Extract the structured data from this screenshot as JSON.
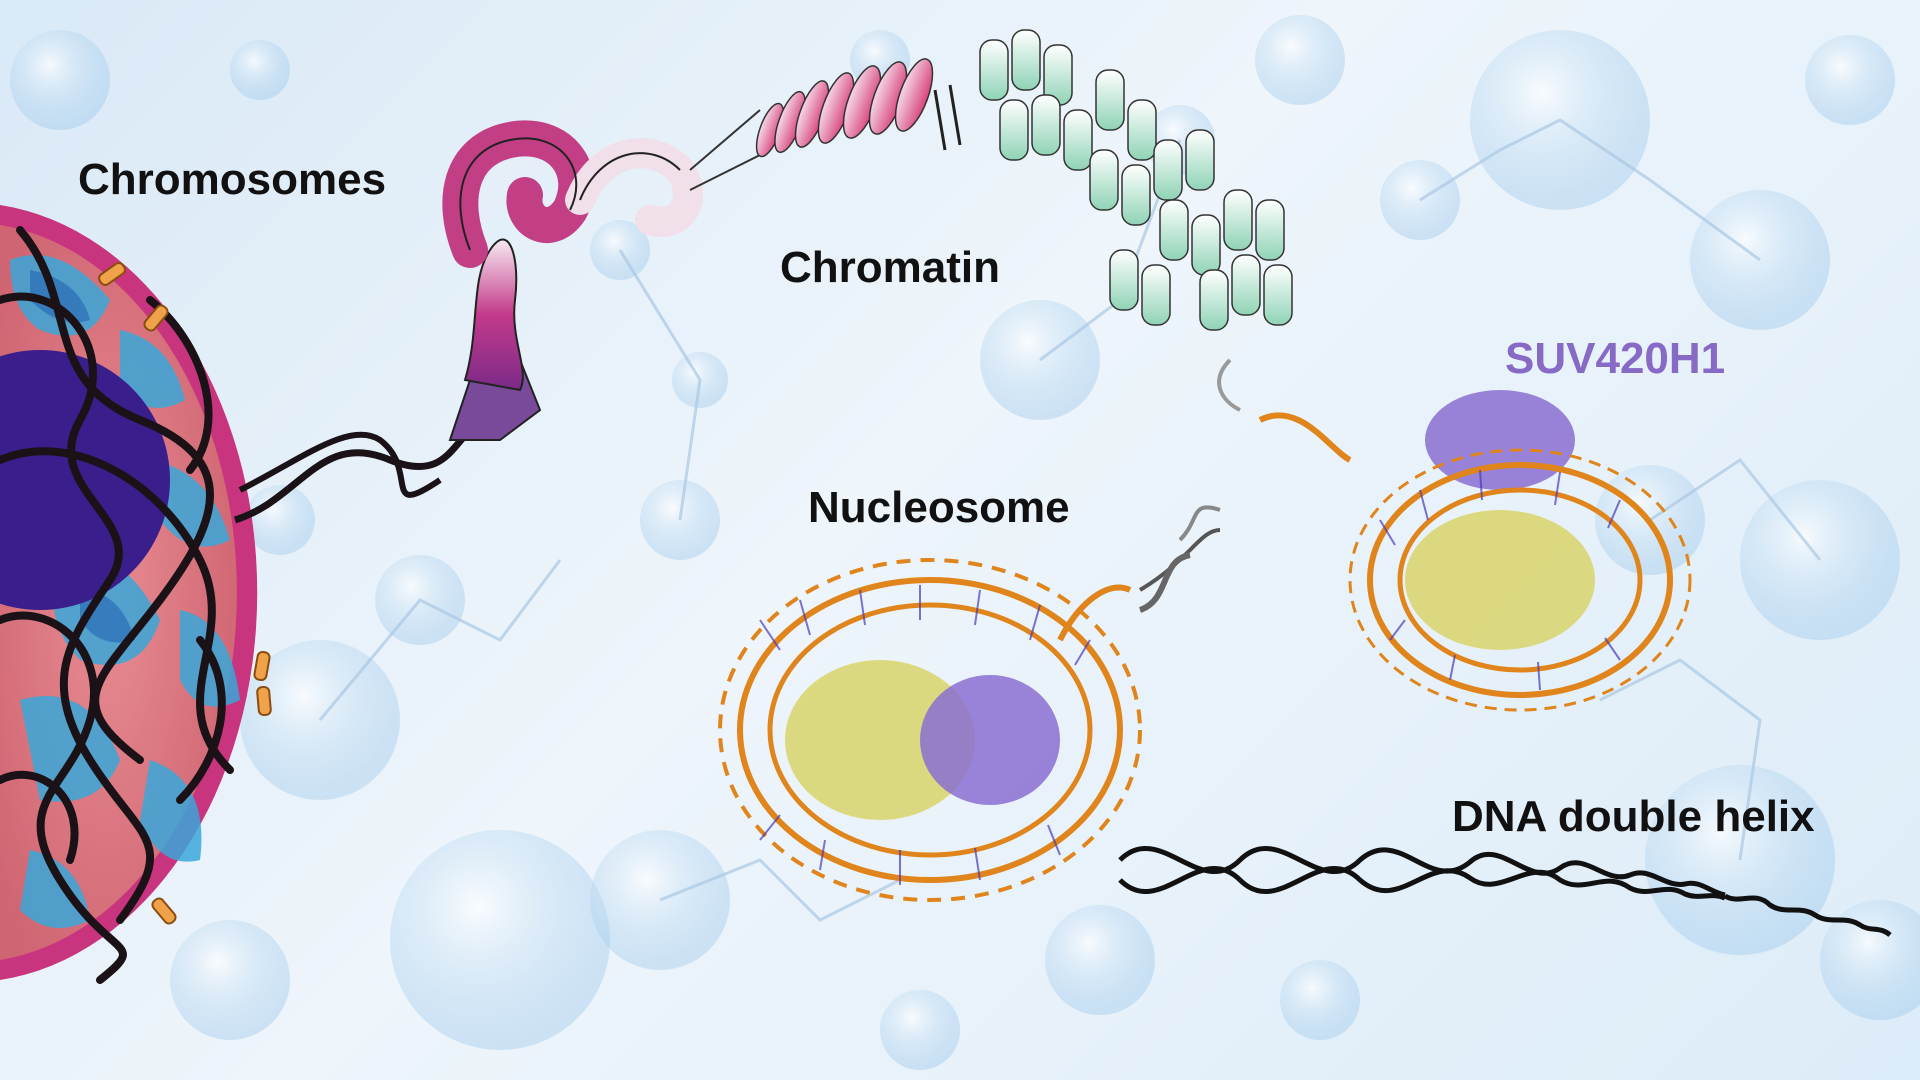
{
  "labels": {
    "chromosomes": "Chromosomes",
    "chromatin": "Chromatin",
    "nucleosome": "Nucleosome",
    "suv420h1": "SUV420H1",
    "dna_double_helix": "DNA double helix"
  },
  "colors": {
    "suv420h1_label": "#8769c6",
    "background": "#e3eff9",
    "cell_membrane": "#c8347e",
    "nucleus_interior": "#d9707a",
    "nucleolus": "#3a1f8c",
    "channels": "#3aa7d9",
    "chromatin_fiber_pink": "#d8477f",
    "chromatin_fiber_green": "#a7dfc4",
    "dna_backbone": "#e0841c",
    "histone_core": "#d8d46a",
    "suv420h1_protein": "#8a6fd1",
    "dna_helix": "#111111"
  },
  "icons": {
    "cell_section": "cell-cross-section-icon",
    "fiber": "chromatin-fiber-icon",
    "nucleosome": "nucleosome-structure-icon",
    "complex": "suv420h1-nucleosome-complex-icon",
    "helix": "dna-helix-icon"
  }
}
